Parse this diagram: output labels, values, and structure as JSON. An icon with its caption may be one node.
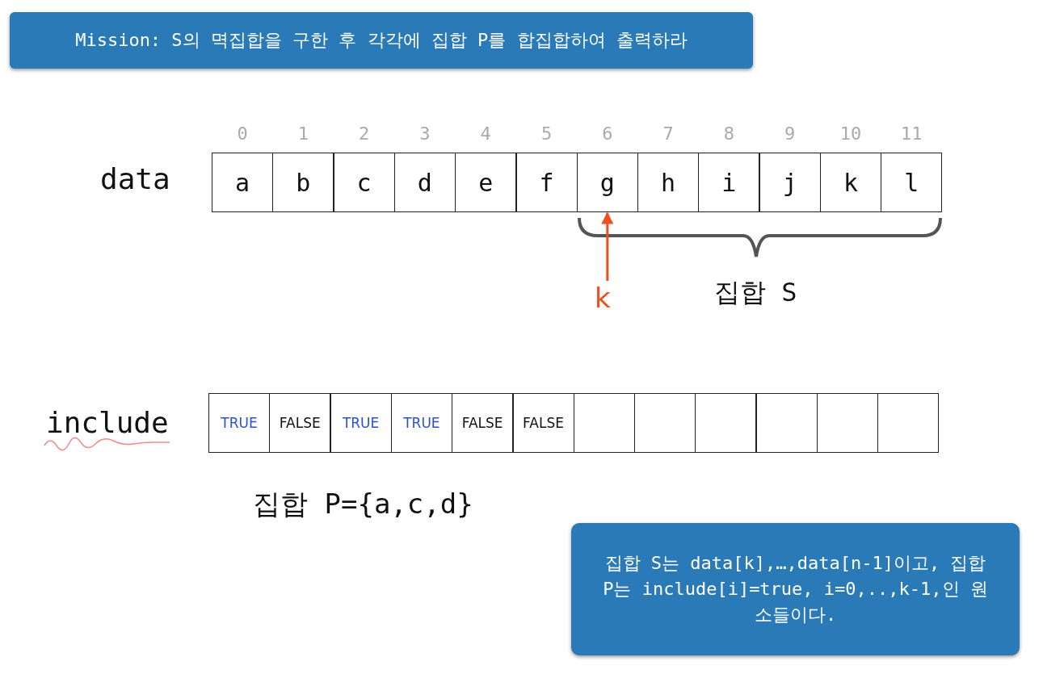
{
  "diagram": {
    "title": "Mission: S의 멱집합을 구한 후 각각에 집합 P를 합집합하여 출력하라",
    "nodes": [
      {
        "text": [
          "a"
        ],
        "beside": [
          "0"
        ]
      },
      {
        "text": [
          "b"
        ],
        "beside": [
          "1"
        ]
      },
      {
        "text": [
          "c"
        ],
        "beside": [
          "2"
        ]
      },
      {
        "text": [
          "d"
        ],
        "beside": [
          "3"
        ]
      },
      {
        "text": [
          "e"
        ],
        "beside": [
          "4"
        ]
      },
      {
        "text": [
          "f"
        ],
        "beside": [
          "5"
        ]
      },
      {
        "text": [
          "g"
        ],
        "beside": [
          "6"
        ]
      },
      {
        "text": [
          "h"
        ],
        "beside": [
          "7"
        ]
      },
      {
        "text": [
          "i"
        ],
        "beside": [
          "8"
        ]
      },
      {
        "text": [
          "j"
        ],
        "beside": [
          "9"
        ]
      },
      {
        "text": [
          "k"
        ],
        "beside": [
          "10"
        ]
      },
      {
        "text": [
          "l"
        ],
        "beside": [
          "11"
        ]
      },
      {
        "text": [
          "TRUE"
        ]
      },
      {
        "text": [
          "FALSE"
        ]
      },
      {
        "text": [
          "TRUE"
        ]
      },
      {
        "text": [
          "TRUE"
        ]
      },
      {
        "text": [
          "FALSE"
        ]
      },
      {
        "text": [
          "FALSE"
        ]
      },
      {
        "text": [],
        "shape": "box"
      },
      {
        "text": [],
        "shape": "box"
      },
      {
        "text": [],
        "shape": "box"
      },
      {
        "text": [],
        "shape": "box"
      },
      {
        "text": [],
        "shape": "box"
      },
      {
        "text": [],
        "shape": "box"
      },
      {
        "text": [
          "k"
        ]
      },
      {
        "text": [
          "집합 S는 data[k],…,data[n-1]이고, 집합 P는 include[i]=true, i=0,..,k-1,인 원소들이다."
        ]
      }
    ],
    "edges": [
      {
        "from": 24,
        "to": 6,
        "arrow": "to",
        "color": "#f04e1c"
      }
    ],
    "labels": [
      "data",
      "집합 S",
      "include",
      "집합 P={a,c,d}"
    ]
  }
}
